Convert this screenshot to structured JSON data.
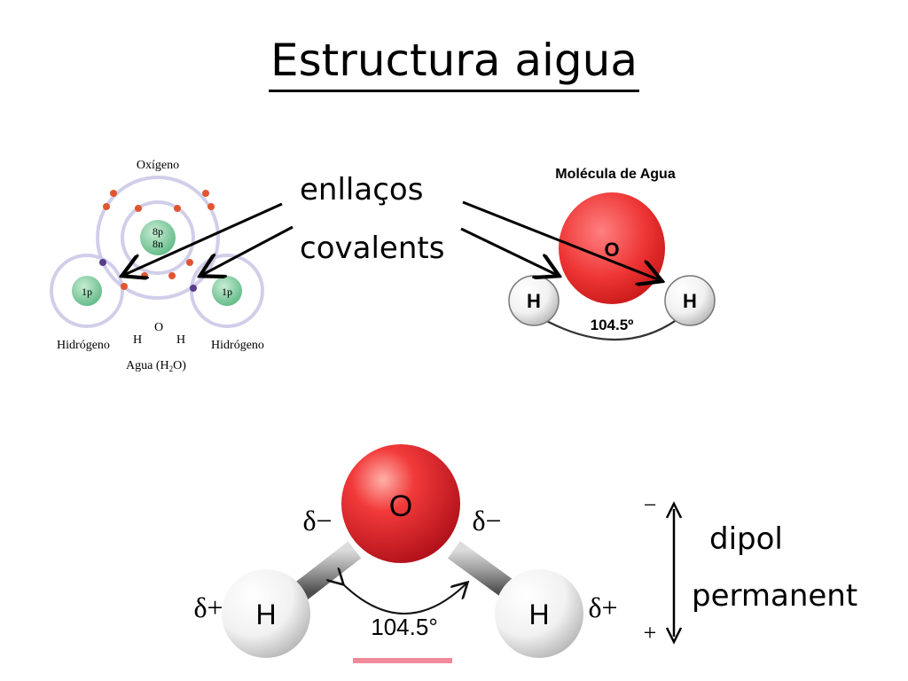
{
  "slide": {
    "title": "Estructura aigua",
    "bond_label_line1": "enllaços",
    "bond_label_line2": "covalents",
    "dipole_label_line1": "dipol",
    "dipole_label_line2": "permanent"
  },
  "bohr_diagram": {
    "oxygen_label": "Oxígeno",
    "nucleus_o_line1": "8p",
    "nucleus_o_line2": "8n",
    "nucleus_h": "1p",
    "hydrogen_left_label": "Hidrógeno",
    "hydrogen_right_label": "Hidrógeno",
    "formula_h": "H",
    "formula_o": "O",
    "formula_caption_prefix": "Agua (H",
    "formula_caption_sub": "2",
    "formula_caption_suffix": "O)"
  },
  "molecule_top": {
    "title": "Molécula de Agua",
    "oxygen": "O",
    "hydrogen": "H",
    "angle": "104.5º"
  },
  "molecule_bottom": {
    "oxygen": "O",
    "hydrogen": "H",
    "angle": "104.5°",
    "delta_minus": "δ−",
    "delta_plus": "δ+",
    "axis_minus": "−",
    "axis_plus": "+"
  },
  "colors": {
    "oxygen_red": "#e0222a",
    "electron_red": "#e05530",
    "electron_purple": "#5a3c8c",
    "nucleus_green": "#7cc79a",
    "orbit": "#c9c6e6"
  }
}
